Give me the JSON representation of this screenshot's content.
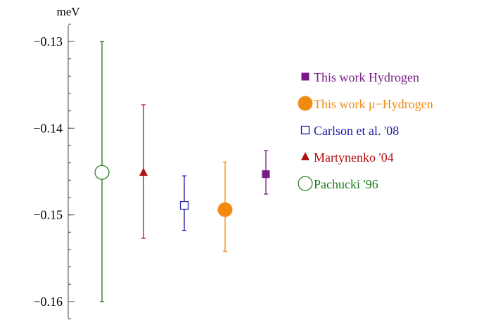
{
  "chart_data": {
    "type": "scatter",
    "ylabel": "meV",
    "ylim": [
      -0.162,
      -0.127
    ],
    "yticks": [
      {
        "value": -0.13,
        "label": "−0.13"
      },
      {
        "value": -0.14,
        "label": "−0.14"
      },
      {
        "value": -0.15,
        "label": "−0.15"
      },
      {
        "value": -0.16,
        "label": "−0.16"
      }
    ],
    "legend_position": "right",
    "series": [
      {
        "name": "Pachucki '96",
        "color": "#1a7a1a",
        "marker": "open-circle",
        "x": 1,
        "y": -0.1451,
        "err_low": -0.16,
        "err_high": -0.13
      },
      {
        "name": "Martynenko '04",
        "color": "#b01010",
        "marker": "triangle",
        "x": 2,
        "y": -0.1451,
        "err_low": -0.1527,
        "err_high": -0.1373
      },
      {
        "name": "Carlson et al. '08",
        "color": "#1a1aa8",
        "marker": "open-square",
        "x": 3,
        "y": -0.1489,
        "err_low": -0.1518,
        "err_high": -0.1455
      },
      {
        "name": "This work μ−Hydrogen",
        "color": "#f28a0f",
        "marker": "circle",
        "x": 4,
        "y": -0.1494,
        "err_low": -0.1542,
        "err_high": -0.1439
      },
      {
        "name": "This work Hydrogen",
        "color": "#7a1a8a",
        "marker": "square",
        "x": 5,
        "y": -0.1453,
        "err_low": -0.1476,
        "err_high": -0.1426
      }
    ],
    "legend_order": [
      4,
      3,
      2,
      1,
      0
    ]
  }
}
